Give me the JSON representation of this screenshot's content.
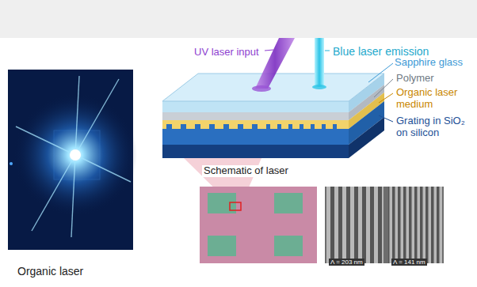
{
  "diagram": {
    "labels": [
      "UV laser input",
      "Blue laser emission",
      "Sapphire glass",
      "Polymer",
      "Organic laser medium",
      "Grating in SiO₂ on silicon",
      "Schematic of laser",
      "Organic laser",
      "Λ = 203 nm",
      "Λ = 141 nm"
    ]
  }
}
